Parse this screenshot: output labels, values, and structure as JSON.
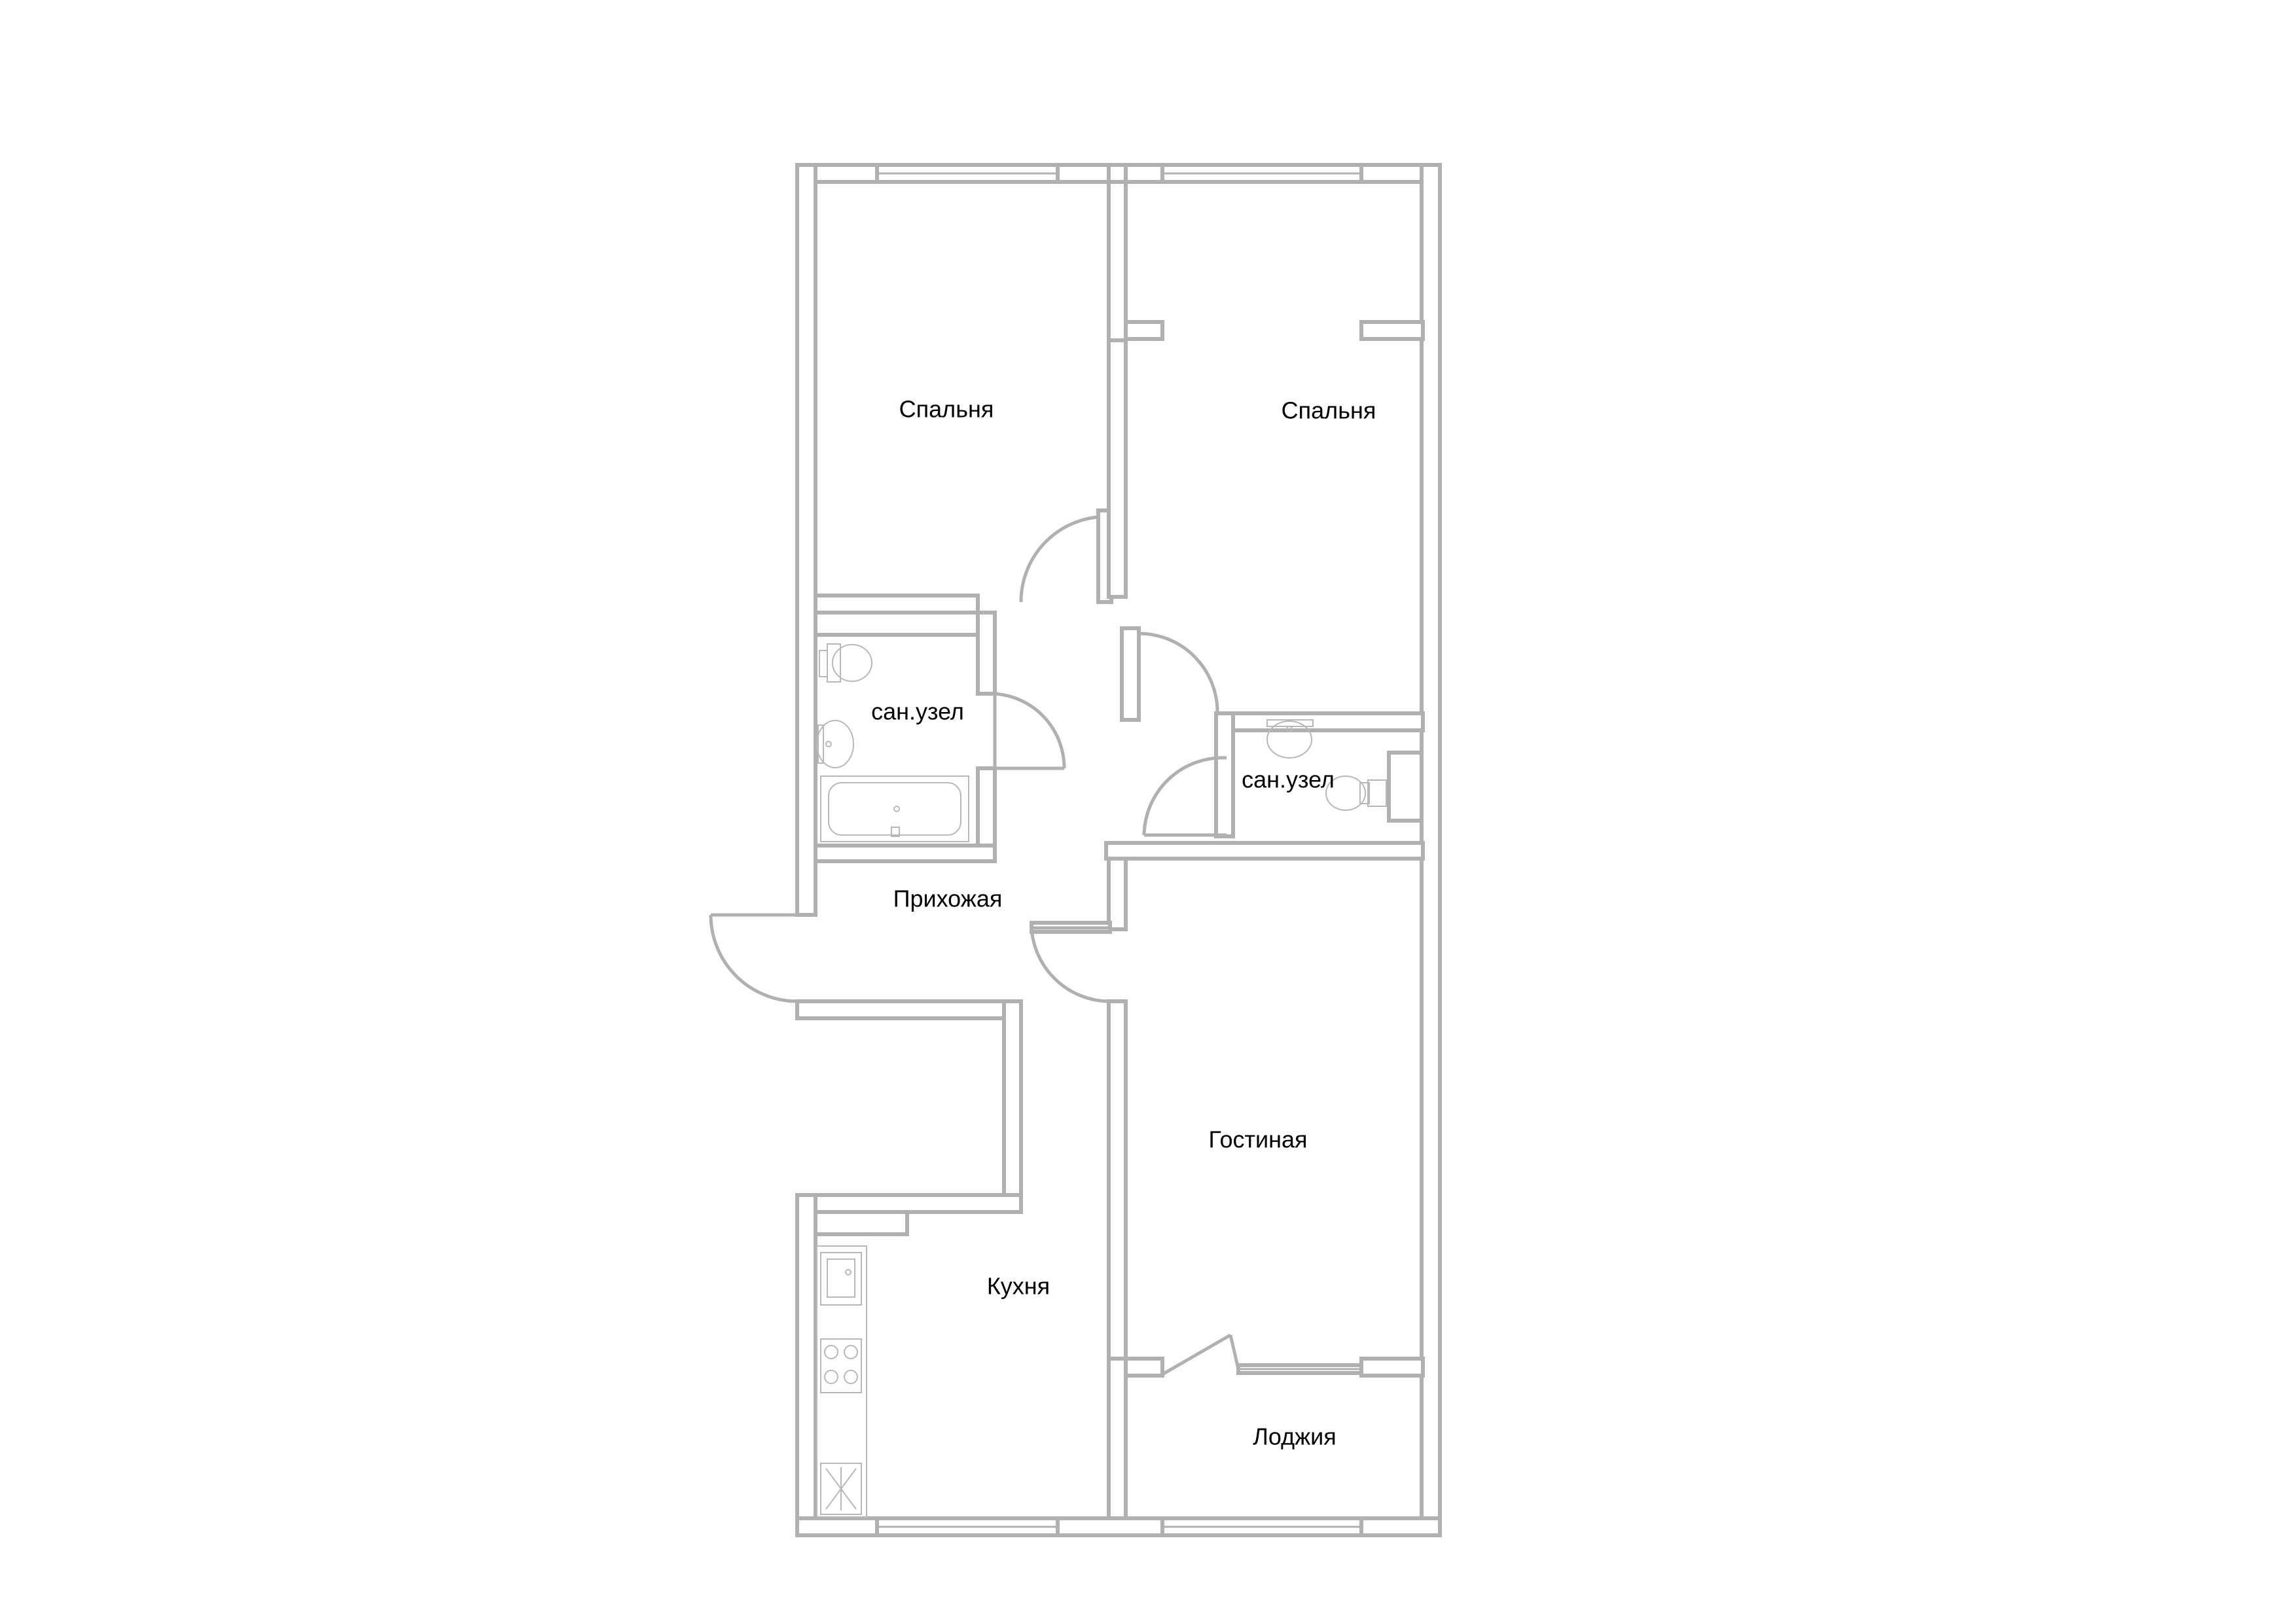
{
  "rooms": {
    "bedroom_left": "Спальня",
    "bedroom_right": "Спальня",
    "bathroom_left": "сан.узел",
    "bathroom_right": "сан.узел",
    "hallway": "Прихожая",
    "living_room": "Гостиная",
    "kitchen": "Кухня",
    "loggia": "Лоджия"
  },
  "colors": {
    "wall_line": "#b0b0b0",
    "background": "#ffffff",
    "label_text": "#000000"
  }
}
